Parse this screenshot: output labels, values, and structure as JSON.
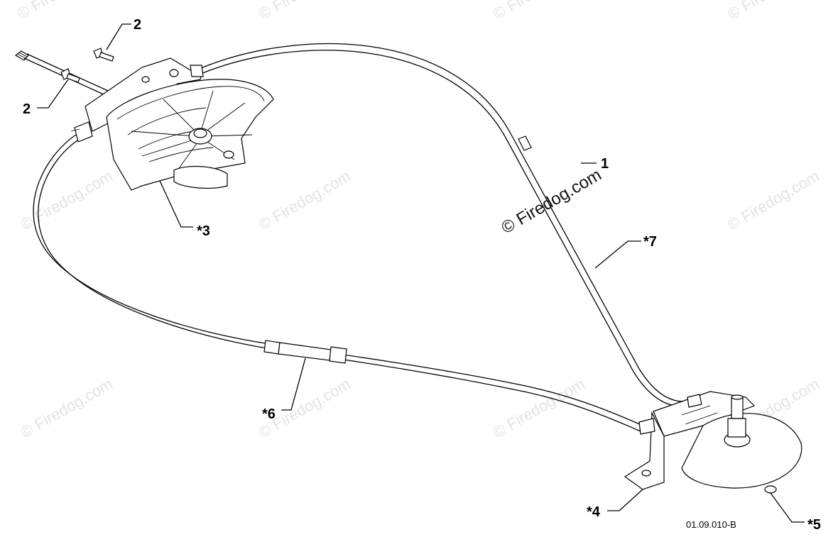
{
  "diagram": {
    "watermark_repeat": "© Firedog.com",
    "watermark_main": "© Firedog.com",
    "drawing_code": "01.09.010-B",
    "callouts": [
      {
        "id": "c2a",
        "label": "2"
      },
      {
        "id": "c2b",
        "label": "2"
      },
      {
        "id": "c1",
        "label": "1"
      },
      {
        "id": "c3",
        "label": "*3"
      },
      {
        "id": "c7",
        "label": "*7"
      },
      {
        "id": "c6",
        "label": "*6"
      },
      {
        "id": "c4",
        "label": "*4"
      },
      {
        "id": "c5",
        "label": "*5"
      }
    ]
  }
}
